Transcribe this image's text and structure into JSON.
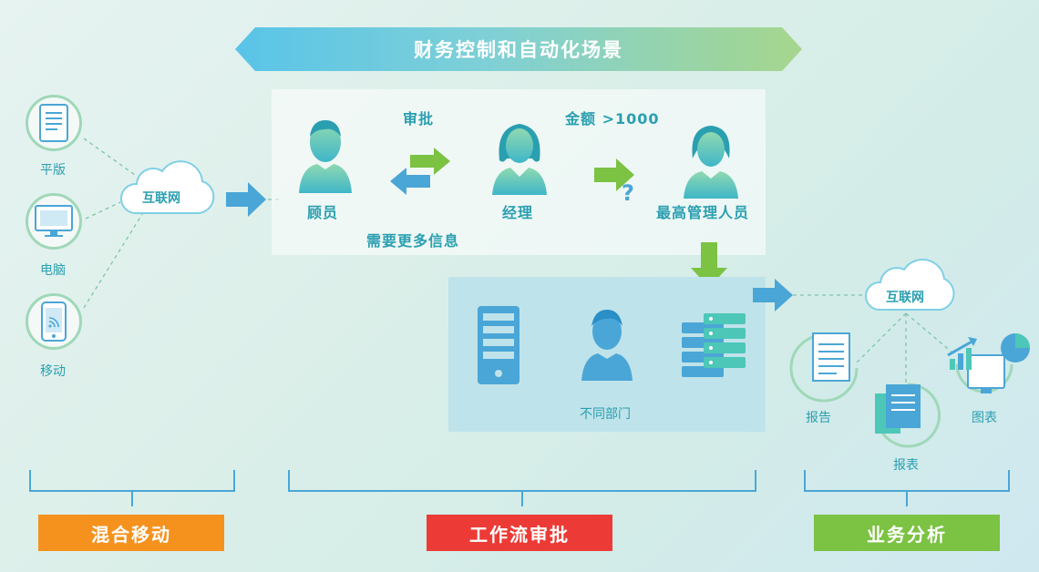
{
  "title": "财务控制和自动化场景",
  "devices": {
    "tablet": "平版",
    "computer": "电脑",
    "mobile": "移动"
  },
  "cloud_left": "互联网",
  "cloud_right": "互联网",
  "workflow": {
    "approve": "审批",
    "amount": "金额 >1000",
    "clerk": "顾员",
    "manager": "经理",
    "top_manager": "最高管理人员",
    "need_info": "需要更多信息",
    "question_mark": "?"
  },
  "departments": "不同部门",
  "analysis": {
    "report": "报告",
    "sheet": "报表",
    "chart": "图表"
  },
  "sections": {
    "mobile": "混合移动",
    "workflow": "工作流审批",
    "analysis": "业务分析"
  },
  "colors": {
    "orange": "#f5921e",
    "red": "#ec3b36",
    "green": "#7cc243",
    "blue": "#4aa6d6",
    "teal": "#2a9fb0"
  }
}
